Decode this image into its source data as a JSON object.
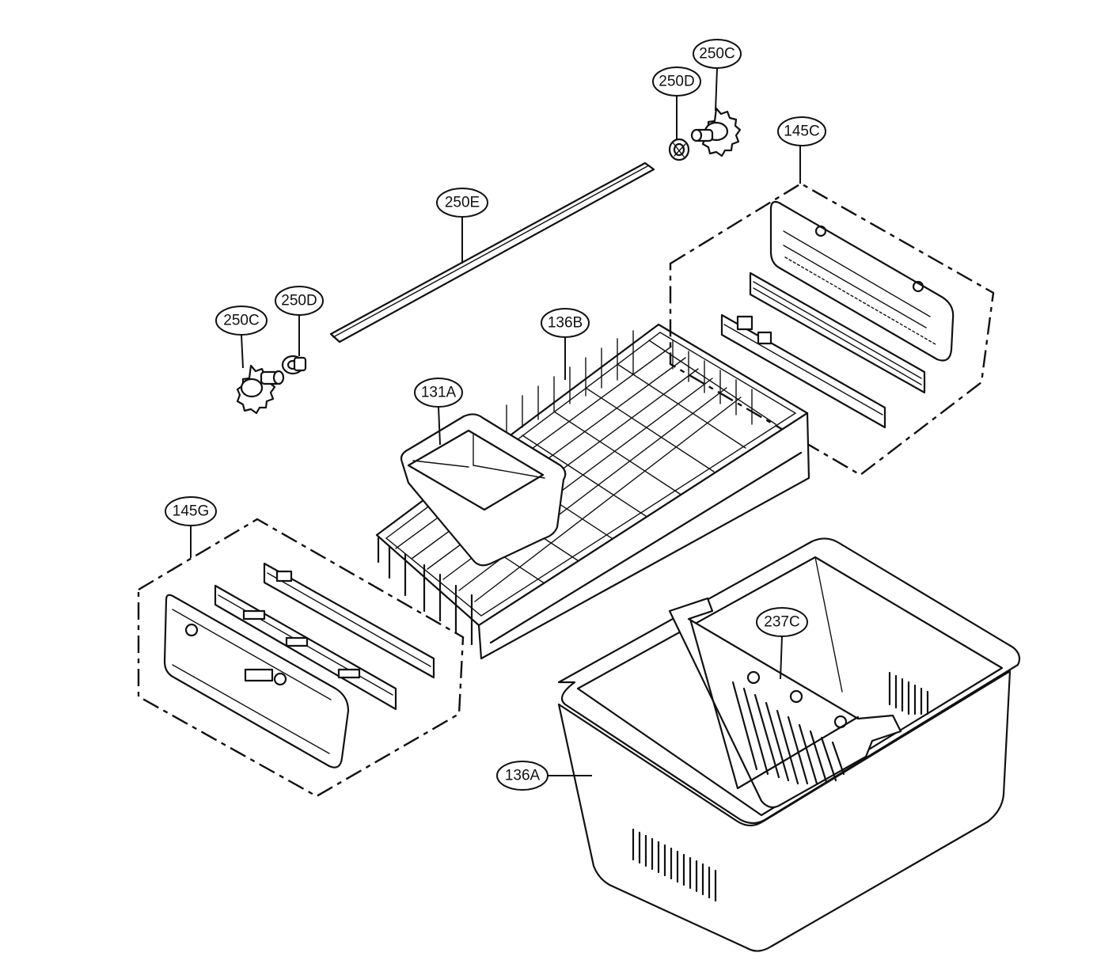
{
  "labels": {
    "p250C_top": "250C",
    "p250D_top": "250D",
    "p145C": "145C",
    "p250E": "250E",
    "p250D_left": "250D",
    "p250C_left": "250C",
    "p136B": "136B",
    "p131A": "131A",
    "p145G": "145G",
    "p237C": "237C",
    "p136A": "136A"
  }
}
